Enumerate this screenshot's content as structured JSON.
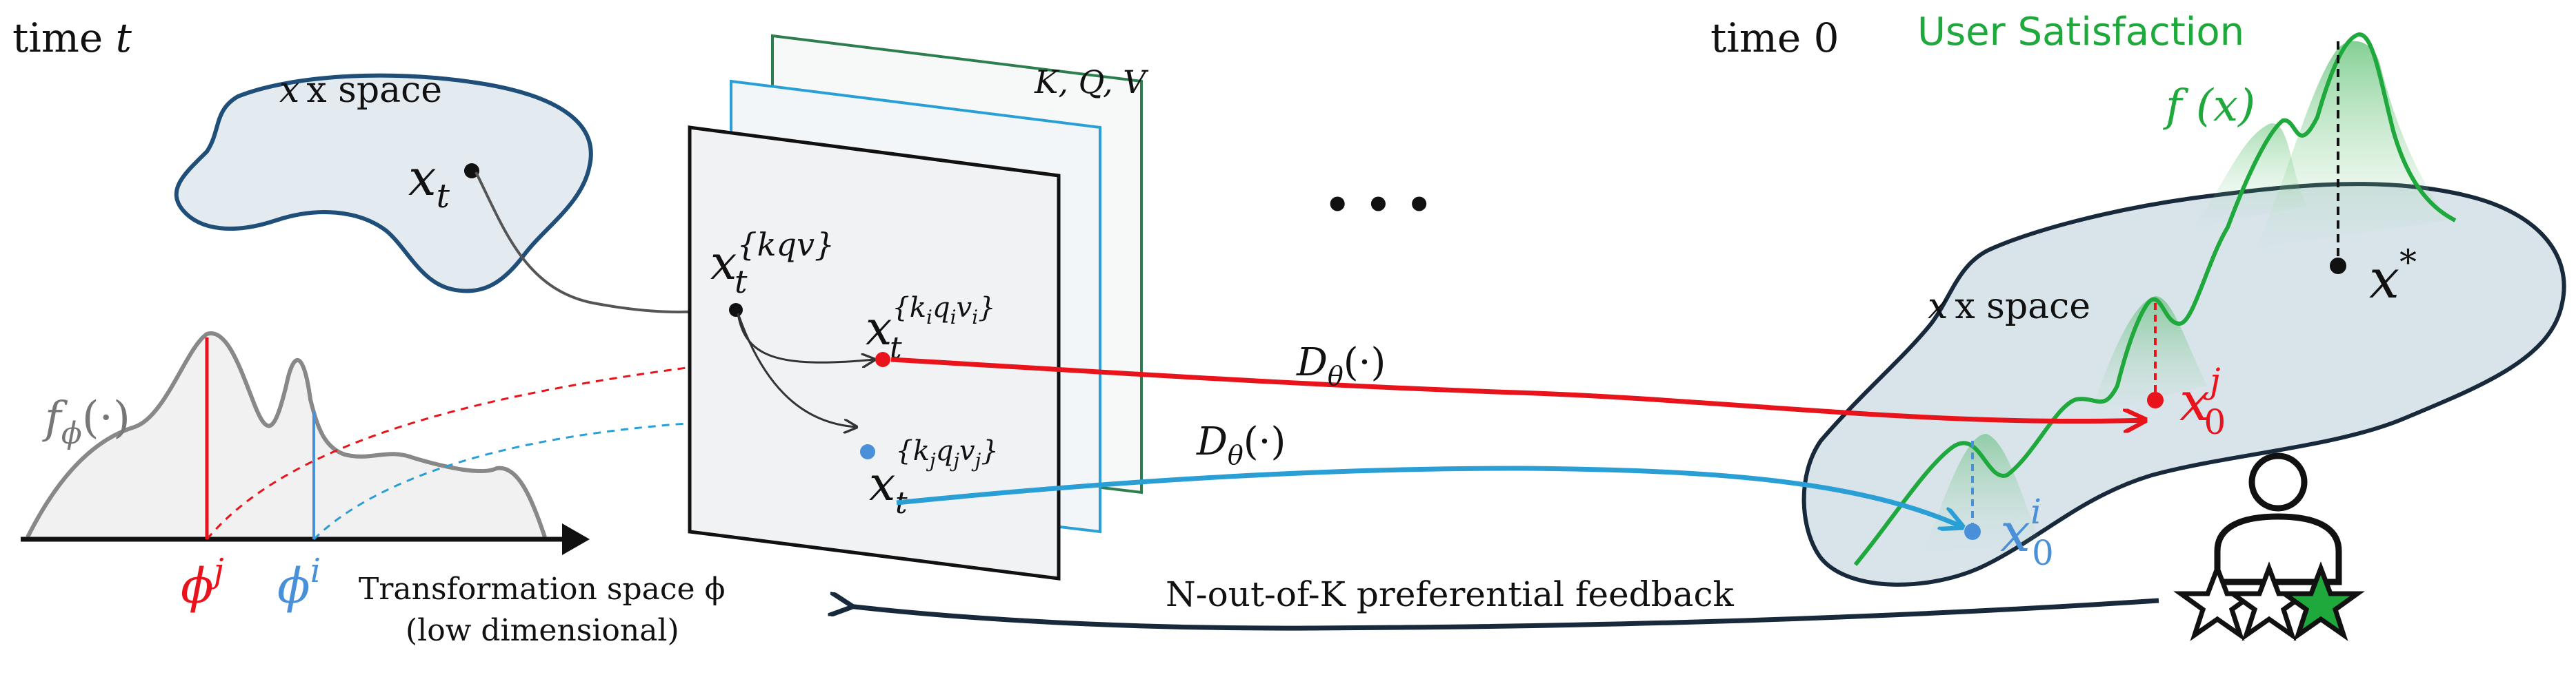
{
  "labels": {
    "time_t_word": "time",
    "time_t_var": "t",
    "time_0": "time 0",
    "user_satisfaction": "User Satisfaction",
    "f_x": "f (x)",
    "x_space_left": "x space",
    "x_space_right": "x space",
    "x_t": "x",
    "x_t_sub": "t",
    "kqv": "K, Q, V",
    "f_phi": "f",
    "f_phi_sub": "ϕ",
    "f_phi_arg": "(·)",
    "x_t_kqv_sup": "{kqv}",
    "x_t_kiqivi_sup": "{k",
    "x_t_kjqjvj_sup": "{k",
    "phi_j": "ϕ",
    "phi_j_sup": "j",
    "phi_i": "ϕ",
    "phi_i_sup": "i",
    "transformation_space": "Transformation space ϕ",
    "low_dimensional": "(low dimensional)",
    "d_theta_red": "D",
    "d_theta_blue": "D",
    "d_theta_sub": "θ",
    "d_theta_arg": "(·)",
    "ellipsis": "• • •",
    "x_star": "x",
    "x_star_sup": "*",
    "x0_j": "x",
    "x0_j_sup": "j",
    "x0_j_sub": "0",
    "x0_i": "x",
    "x0_i_sup": "i",
    "x0_i_sub": "0",
    "feedback": "N-out-of-K preferential feedback"
  },
  "colors": {
    "red": "#e8131b",
    "blue": "#2a9fd6",
    "light_blue": "#4a90d9",
    "green": "#1fa83c",
    "dark_blue_outline": "#1f4e79",
    "dark_outline": "#17293a",
    "gray": "#777777"
  },
  "icons": [
    "user-icon",
    "star-icon"
  ]
}
